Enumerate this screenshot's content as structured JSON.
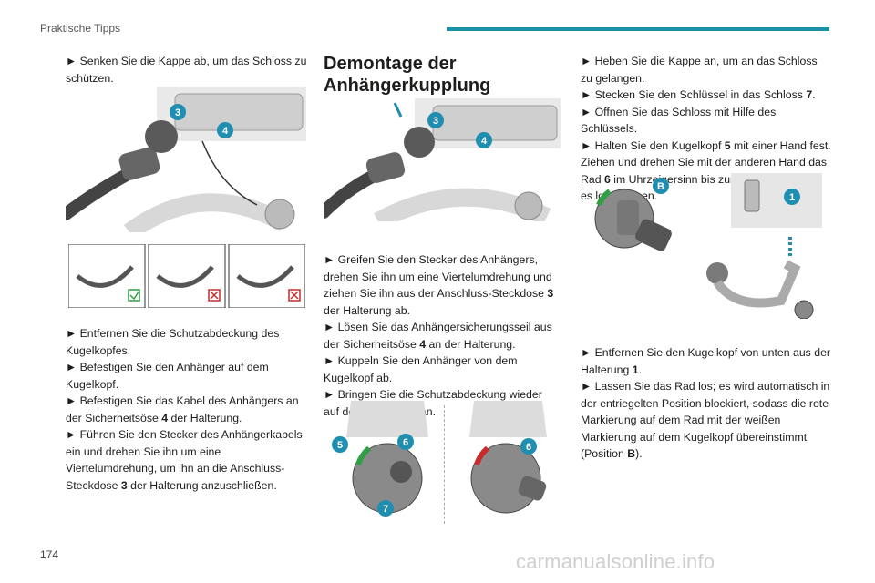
{
  "header": {
    "title": "Praktische Tipps"
  },
  "page_number": "174",
  "watermark": "carmanualsonline.info",
  "col1": {
    "p1": "► Senken Sie die Kappe ab, um das Schloss zu schützen.",
    "p2_lines": [
      "► Entfernen Sie die Schutzabdeckung des Kugelkopfes.",
      "► Befestigen Sie den Anhänger auf dem Kugelkopf.",
      "► Befestigen Sie das Kabel des Anhängers an der Sicherheitsöse ",
      "4",
      " der Halterung.",
      "► Führen Sie den Stecker des Anhängerkabels ein und drehen Sie ihn um eine Viertelumdrehung, um ihn an die Anschluss-Steckdose ",
      "3",
      " der Halterung anzuschließen."
    ]
  },
  "col2": {
    "heading": "Demontage der Anhängerkupplung",
    "t1": "► Greifen Sie den Stecker des Anhängers, drehen Sie ihn um eine Viertelumdrehung und ziehen Sie ihn aus der Anschluss-Steckdose ",
    "t1_num": "3",
    "t1_end": " der Halterung ab.",
    "t2": "► Lösen Sie das Anhängersicherungsseil aus der Sicherheitsöse ",
    "t2_num": "4",
    "t2_end": " an der Halterung.",
    "t3": "► Kuppeln Sie den Anhänger von dem Kugelkopf ab.",
    "t4": "► Bringen Sie die Schutzabdeckung wieder auf dem Kugelkopf an."
  },
  "col3": {
    "a1": "► Heben Sie die Kappe an, um an das Schloss zu gelangen.",
    "a2": "► Stecken Sie den Schlüssel in das Schloss ",
    "a2_num": "7",
    "a2_end": ".",
    "a3": "► Öffnen Sie das Schloss mit Hilfe des Schlüssels.",
    "a4": "► Halten Sie den Kugelkopf ",
    "a4_num": "5",
    "a4_end": " mit einer Hand fest.",
    "a5": "Ziehen und drehen Sie mit der anderen Hand das Rad ",
    "a5_num": "6",
    "a5_end": " im Uhrzeigersinn bis zum Anschlag, ohne es loszulassen.",
    "b1": "► Entfernen Sie den Kugelkopf von unten aus der Halterung ",
    "b1_num": "1",
    "b1_end": ".",
    "b2": "► Lassen Sie das Rad los; es wird automatisch in der entriegelten Position blockiert, sodass die rote Markierung auf dem Rad mit der weißen Markierung auf dem Kugelkopf übereinstimmt (Position ",
    "b2_num": "B",
    "b2_end": ")."
  },
  "callouts": {
    "n3": "3",
    "n4": "4",
    "n5": "5",
    "n6": "6",
    "n7": "7",
    "nB": "B",
    "n1": "1"
  },
  "colors": {
    "accent": "#1a8fa3",
    "callout": "#1f8eb0",
    "green": "#2f9e44",
    "red": "#c92a2a"
  }
}
